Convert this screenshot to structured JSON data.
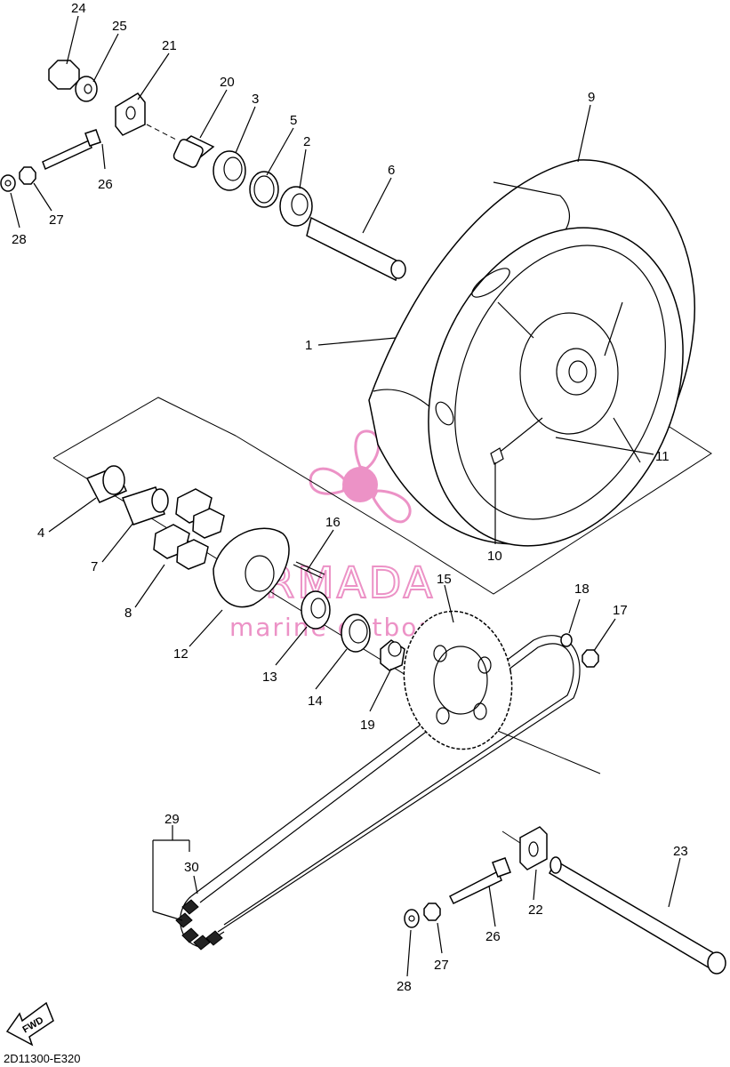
{
  "diagram_code": "2D11300-E320",
  "fwd_label": "FWD",
  "watermark": {
    "brand": "ARMADA",
    "tagline": "marine outboards",
    "color": "#e97fbd"
  },
  "callouts": {
    "c24": "24",
    "c25": "25",
    "c21": "21",
    "c20": "20",
    "c3": "3",
    "c5": "5",
    "c2": "2",
    "c6": "6",
    "c9": "9",
    "c26a": "26",
    "c27a": "27",
    "c28a": "28",
    "c1": "1",
    "c11": "11",
    "c10": "10",
    "c4": "4",
    "c7": "7",
    "c8": "8",
    "c16": "16",
    "c12": "12",
    "c13": "13",
    "c14": "14",
    "c19": "19",
    "c15": "15",
    "c18": "18",
    "c17": "17",
    "c29": "29",
    "c30": "30",
    "c22": "22",
    "c23": "23",
    "c26b": "26",
    "c27b": "27",
    "c28b": "28"
  },
  "parts": [
    "cast-wheel",
    "bearing-2",
    "bearing-3",
    "hub-dust-seal",
    "circlip-5",
    "spacer-6",
    "bearing-7",
    "clutch-hub-damper",
    "tire-9",
    "valve",
    "sprocket-15",
    "stud-bolt-16",
    "washer-18",
    "nut-17",
    "collar-19",
    "collar-20",
    "adjusting-block",
    "axle-23",
    "nut-24",
    "washer-25",
    "bolt-26",
    "nut-27",
    "washer-28",
    "drive-chain",
    "chain-joint"
  ]
}
